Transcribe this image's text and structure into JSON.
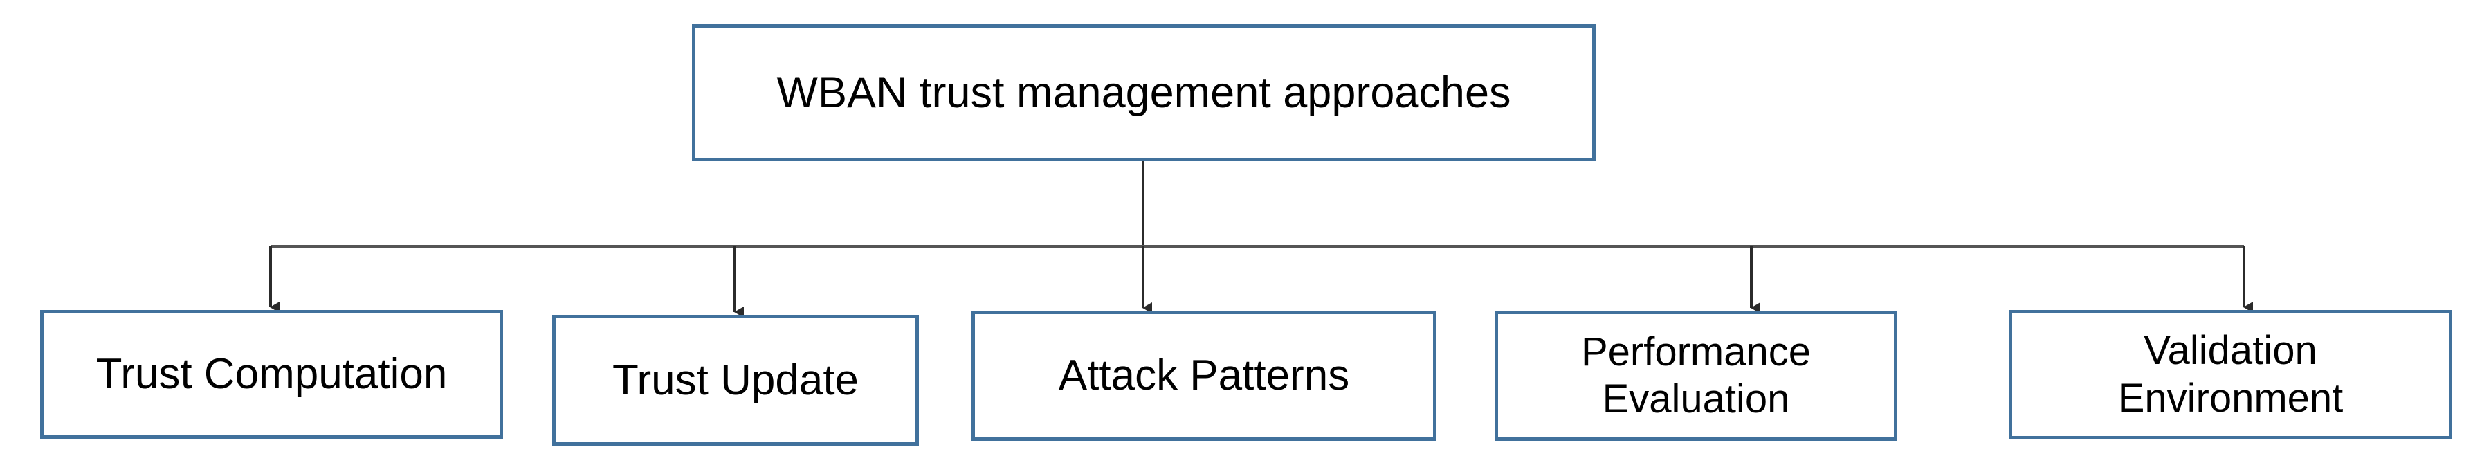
{
  "diagram": {
    "type": "tree-hierarchy",
    "orientation": "top-down",
    "title": "WBAN trust management approaches",
    "colors": {
      "box_border": "#41719C",
      "box_fill": "#FFFFFF",
      "connector": "#404040",
      "text": "#000000",
      "background": "#FFFFFF"
    },
    "root": {
      "id": "root",
      "label": "WBAN trust management approaches"
    },
    "children": [
      {
        "id": "trust-computation",
        "label": "Trust Computation"
      },
      {
        "id": "trust-update",
        "label": "Trust Update"
      },
      {
        "id": "attack-patterns",
        "label": "Attack Patterns"
      },
      {
        "id": "performance-evaluation",
        "label": "Performance\nEvaluation"
      },
      {
        "id": "validation-environment",
        "label": "Validation\nEnvironment"
      }
    ],
    "connector_count": 5,
    "arrowhead": "filled-triangle-down"
  }
}
